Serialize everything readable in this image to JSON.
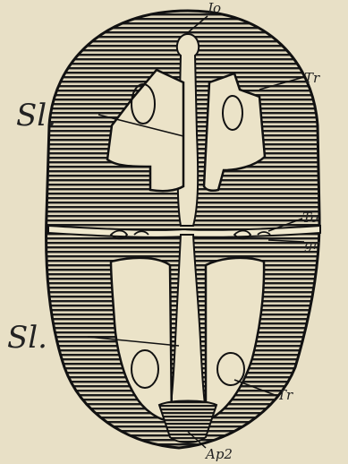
{
  "figure": {
    "labels": {
      "top": "Jo",
      "sl_upper": "Sl.",
      "tr_upper": "Tr",
      "to": "To",
      "gr": "gr",
      "sl_lower": "Sl.",
      "tr_lower": "Tr",
      "bottom": "Ap2"
    }
  }
}
